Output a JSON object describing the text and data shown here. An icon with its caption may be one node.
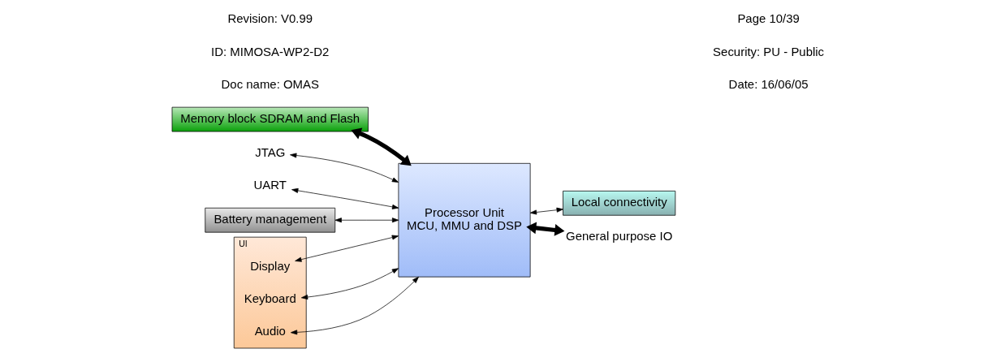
{
  "diagram": {
    "nodes": [
      {
        "text": [
          "Memory block SDRAM and Flash"
        ]
      },
      {
        "text": [
          "JTAG"
        ]
      },
      {
        "text": [
          "UART"
        ]
      },
      {
        "text": [
          "Processor Unit",
          "MCU, MMU and DSP"
        ]
      },
      {
        "text": [
          "Battery management"
        ]
      },
      {
        "text": [
          "Local connectivity"
        ]
      },
      {
        "text": [
          "UI"
        ]
      },
      {
        "text": [
          "Display"
        ],
        "in": 6
      },
      {
        "text": [
          "Keyboard"
        ],
        "in": 6
      },
      {
        "text": [
          "Audio"
        ],
        "in": 6
      },
      {
        "text": [
          "General purpose IO"
        ]
      }
    ],
    "edges": [
      {
        "from": 0,
        "to": 3,
        "arrow": "both",
        "style": "thick"
      },
      {
        "from": 1,
        "to": 3,
        "arrow": "both"
      },
      {
        "from": 2,
        "to": 3,
        "arrow": "both"
      },
      {
        "from": 4,
        "to": 3,
        "arrow": "both"
      },
      {
        "from": 3,
        "to": 5,
        "arrow": "both"
      },
      {
        "from": 7,
        "to": 3,
        "arrow": "both"
      },
      {
        "from": 8,
        "to": 3,
        "arrow": "both"
      },
      {
        "from": 9,
        "to": 3,
        "arrow": "both"
      },
      {
        "from": 3,
        "to": 10,
        "arrow": "both",
        "style": "thick"
      }
    ],
    "labels": [
      "Doc name: OMAS",
      "ID: MIMOSA-WP2-D2",
      "Revision: V0.99",
      "Date: 16/06/05",
      "Security: PU - Public",
      "Page 10/39"
    ]
  }
}
